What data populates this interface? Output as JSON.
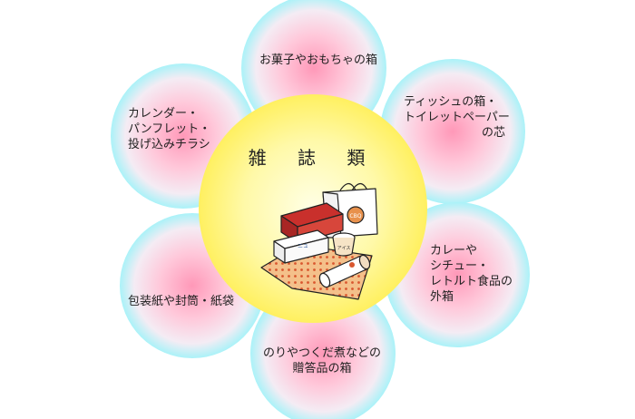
{
  "center": {
    "title": "雑 誌 類"
  },
  "petals": {
    "top": [
      "お菓子やおもちゃの箱"
    ],
    "upper_right": [
      "ティッシュの箱・",
      "トイレットペーパー",
      "の芯"
    ],
    "lower_right": [
      "カレーや",
      "シチュー・",
      "レトルト食品の",
      "外箱"
    ],
    "bottom": [
      "のりやつくだ煮などの",
      "贈答品の箱"
    ],
    "lower_left": [
      "包装紙や封筒・紙袋"
    ],
    "upper_left": [
      "カレンダー・",
      "パンフレット・",
      "投げ込みチラシ"
    ]
  },
  "illustration": {
    "bag_text": "",
    "cup_label": "アイス",
    "box_label": "ニュ"
  },
  "colors": {
    "petal_edge": "#aaf2f8",
    "petal_mid": "#ffd8e8",
    "petal_core": "#ff98b8",
    "center_core": "#ffffe0",
    "center_edge": "#fff060",
    "sheet": "#f4c08a"
  }
}
